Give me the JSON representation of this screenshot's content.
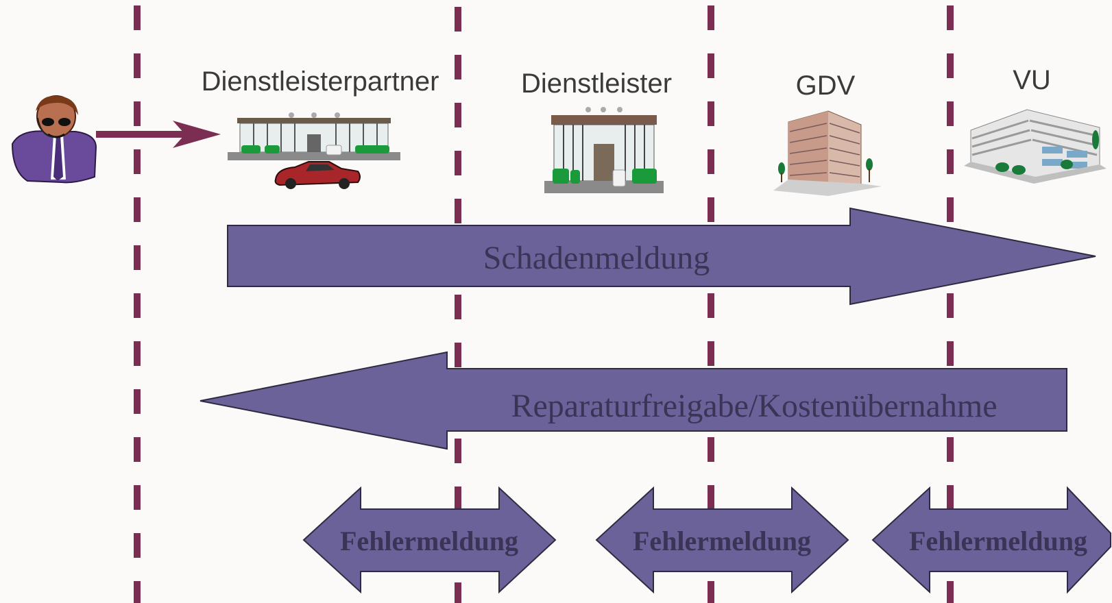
{
  "lanes": {
    "dienstleisterpartner": "Dienstleisterpartner",
    "dienstleister": "Dienstleister",
    "gdv": "GDV",
    "vu": "VU"
  },
  "flows": {
    "schadenmeldung": "Schadenmeldung",
    "reparaturfreigabe": "Reparaturfreigabe/Kostenübernahme",
    "fehlermeldung_1": "Fehlermeldung",
    "fehlermeldung_2": "Fehlermeldung",
    "fehlermeldung_3": "Fehlermeldung"
  },
  "icons": {
    "customer": "person-headset-icon",
    "partner": "workshop-building-with-car-icon",
    "dienstleister": "storefront-building-icon",
    "gdv": "office-tower-icon",
    "vu": "office-complex-icon"
  },
  "colors": {
    "divider": "#7b2d52",
    "arrow_fill": "#6b6299",
    "arrow_stroke": "#2e2a40",
    "arrow_text": "#3b3456",
    "background": "#fbfaf8"
  }
}
